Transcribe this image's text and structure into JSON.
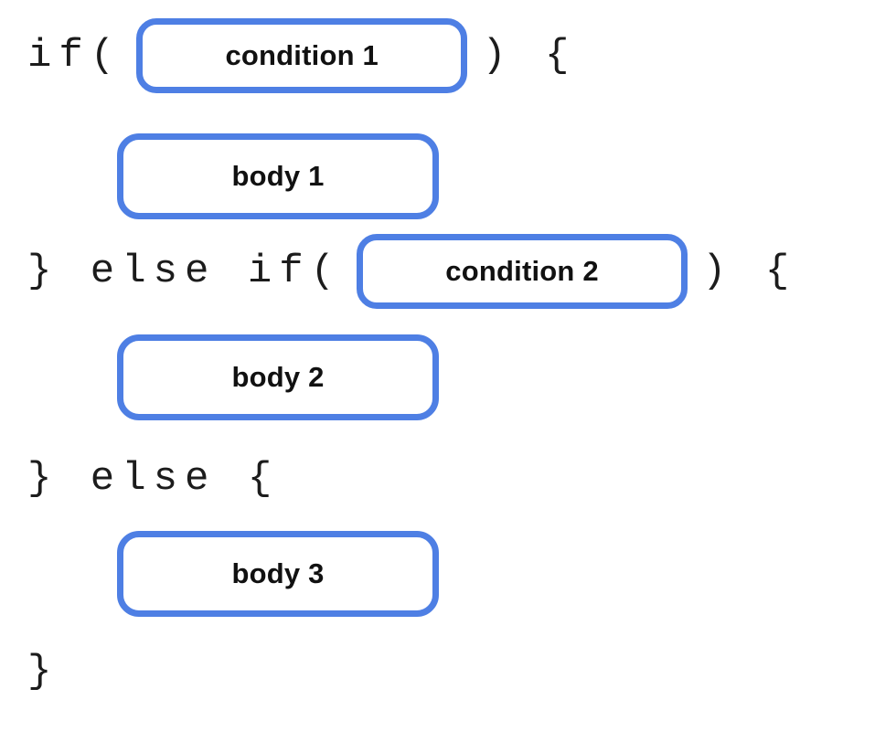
{
  "diagram": {
    "description_title": "if / else if / else structure diagram",
    "lines": [
      {
        "pre": "if(",
        "box_label": "condition 1",
        "post": ") {"
      },
      {
        "box_label": "body 1"
      },
      {
        "pre": "} else if(",
        "box_label": "condition 2",
        "post": ") {"
      },
      {
        "box_label": "body 2"
      },
      {
        "text": "} else {"
      },
      {
        "box_label": "body 3"
      },
      {
        "text": "}"
      }
    ]
  },
  "colors": {
    "accent_blue": "#4E7FE4",
    "code_text": "#1C1C1C",
    "label_text": "#111111",
    "background": "#FFFFFF"
  }
}
